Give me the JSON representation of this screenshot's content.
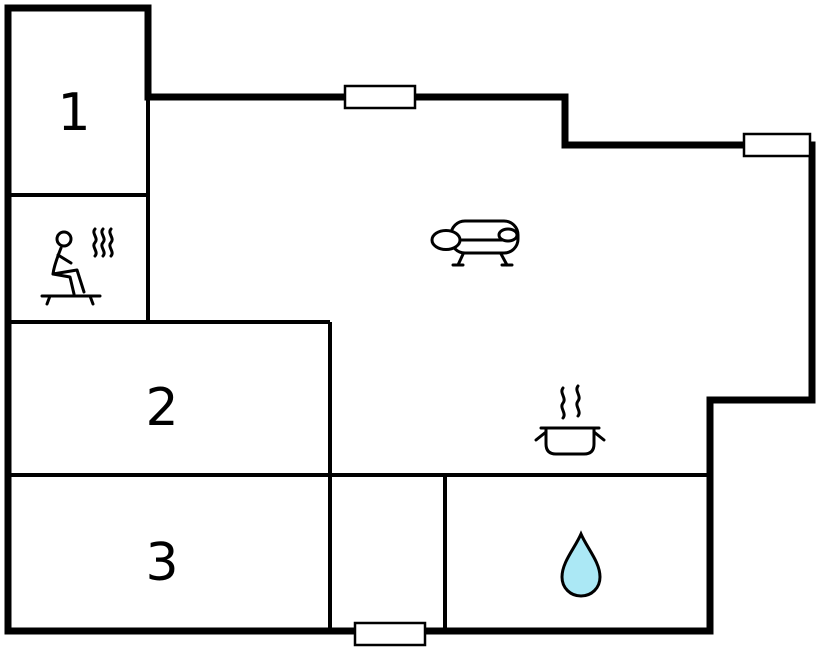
{
  "floorplan": {
    "background_color": "#ffffff",
    "wall_color": "#000000",
    "rooms": [
      {
        "label": "1"
      },
      {
        "label": "2"
      },
      {
        "label": "3"
      }
    ],
    "icons": [
      {
        "name": "sauna-icon"
      },
      {
        "name": "sofa-icon"
      },
      {
        "name": "cooking-pot-icon"
      },
      {
        "name": "water-drop-icon",
        "color": "#abe8f5"
      }
    ],
    "window_count": "3"
  }
}
